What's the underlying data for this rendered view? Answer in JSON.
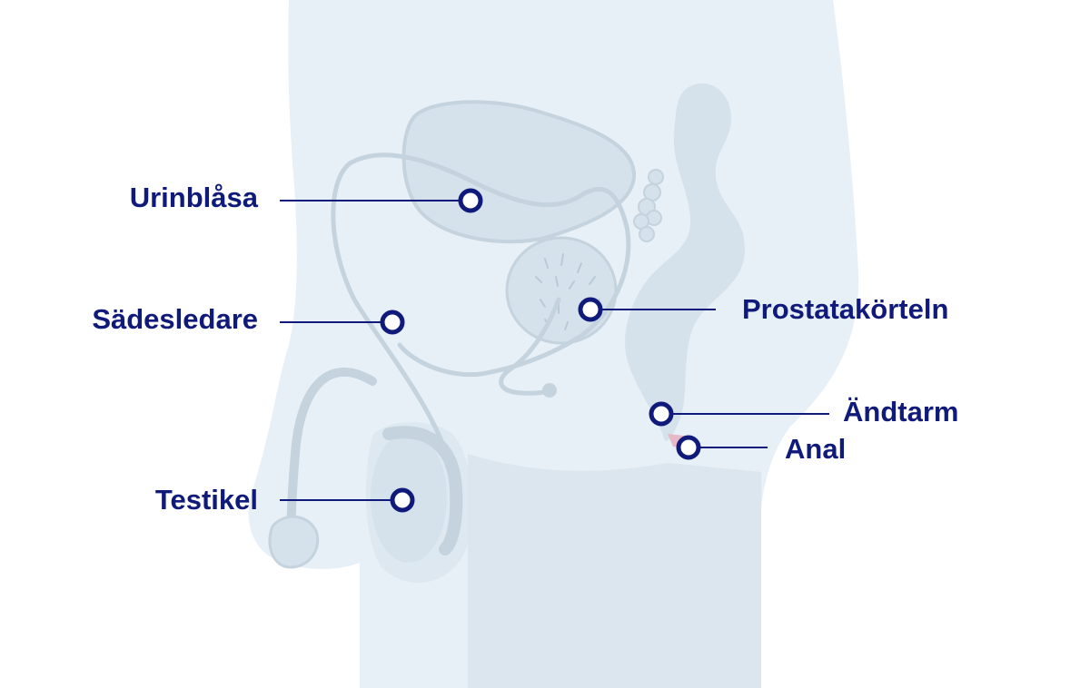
{
  "colors": {
    "body_fill": "#e8f0f7",
    "organ_fill": "#d5e2ec",
    "organ_stroke": "#c4d3de",
    "label": "#0f1a7a",
    "anal_accent": "#e6b8c8"
  },
  "labels": {
    "bladder": "Urinblåsa",
    "vas_deferens": "Sädesledare",
    "testicle": "Testikel",
    "prostate": "Prostatakörteln",
    "rectum": "Ändtarm",
    "anal": "Anal"
  }
}
